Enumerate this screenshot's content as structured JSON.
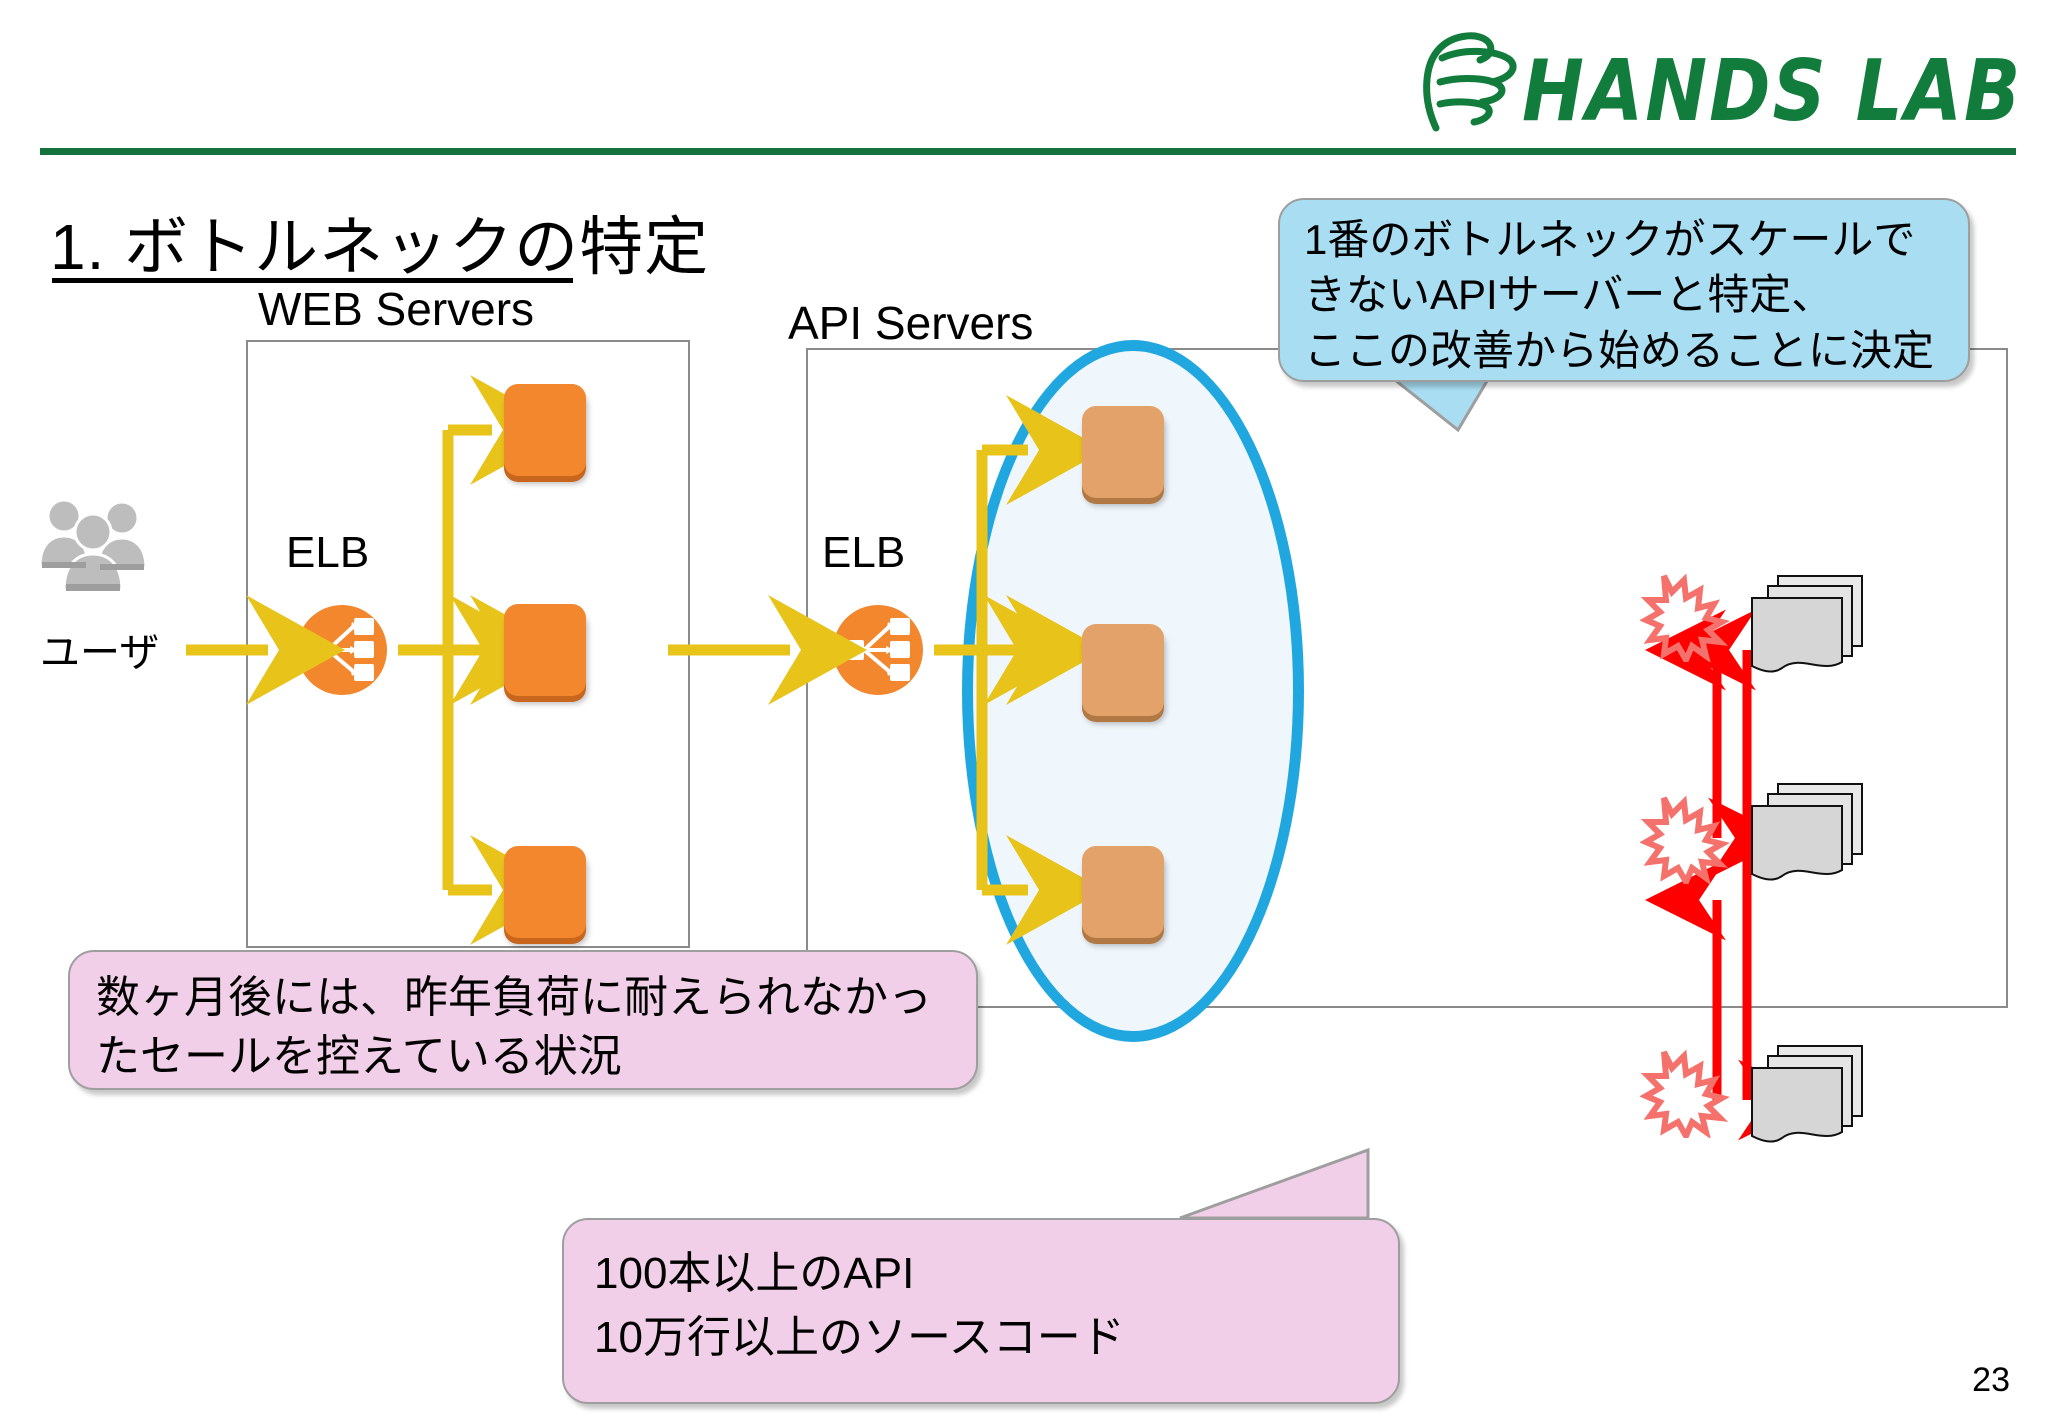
{
  "logo": {
    "text": "HANDS LAB",
    "mark": "hand-swoosh-mark",
    "color": "#127c3c"
  },
  "slide": {
    "title": "1. ボトルネックの特定",
    "page_number": "23",
    "rule_color": "#14723c"
  },
  "diagram": {
    "users": {
      "icon": "users-group-icon",
      "label": "ユーザ"
    },
    "web_group": {
      "label": "WEB Servers",
      "elb_label": "ELB",
      "elb_icon": "elb-load-balancer-icon",
      "server_count": 3,
      "server_color": "#f2872e"
    },
    "api_group": {
      "label": "API Servers",
      "elb_label": "ELB",
      "elb_icon": "elb-load-balancer-icon",
      "server_count": 3,
      "server_color": "#e3a269",
      "highlight_color": "#21a7e0",
      "doc_stacks": 3,
      "burst_icons": 3,
      "burst_color": "#f4726b",
      "link_arrow_color": "#ff0000"
    },
    "flow_arrow_color": "#e8c31a"
  },
  "callouts": {
    "blue": {
      "text": "1番のボトルネックがスケールできないAPIサーバーと特定、\nここの改善から始めることに決定",
      "color": "#a8ddf2"
    },
    "pink_top": {
      "text": "数ヶ月後には、昨年負荷に耐えられなかっ\nたセールを控えている状況",
      "color": "#f2cfe8"
    },
    "pink_bottom": {
      "text": "100本以上のAPI\n10万行以上のソースコード",
      "color": "#f2cfe8"
    }
  }
}
